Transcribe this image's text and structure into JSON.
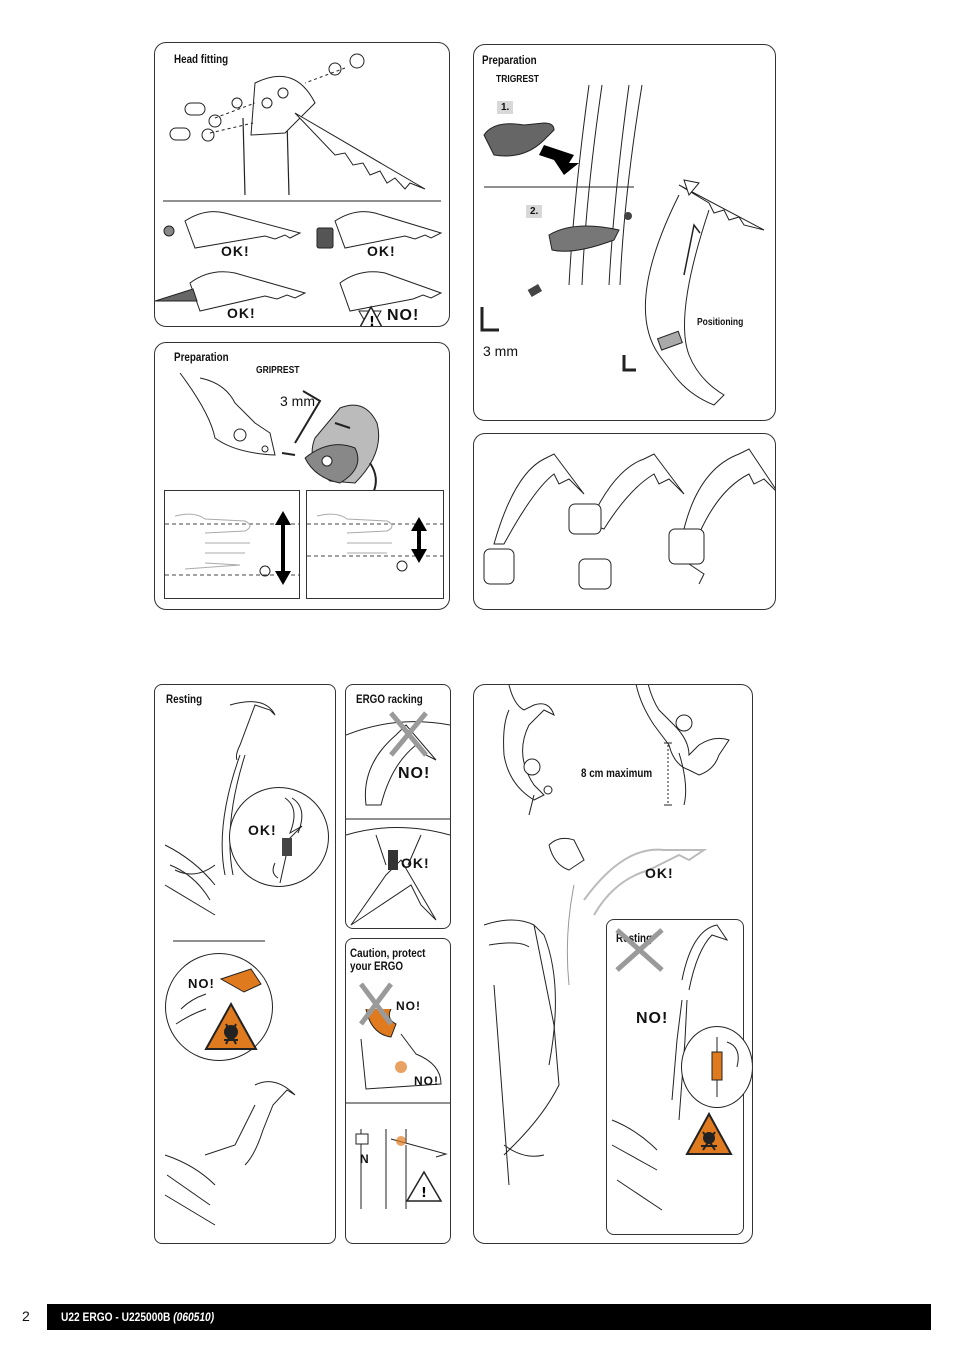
{
  "page": {
    "number": "2"
  },
  "footer": {
    "product": "U22 ERGO - U225000B",
    "edition": "(060510)"
  },
  "head_fitting": {
    "title": "Head fitting",
    "ok1": "OK!",
    "ok2": "OK!",
    "ok3": "OK!",
    "no": "NO!"
  },
  "prep_gripest": {
    "title": "Preparation",
    "subtitle": "GRIPREST",
    "tool_size": "3 mm"
  },
  "prep_trigrest": {
    "title": "Preparation",
    "subtitle": "TRIGREST",
    "step1": "1.",
    "step2": "2.",
    "tool_size": "3 mm",
    "positioning": "Positioning"
  },
  "resting": {
    "title": "Resting",
    "ok": "OK!",
    "no": "NO!"
  },
  "ergo_racking": {
    "title": "ERGO racking",
    "no": "NO!",
    "ok": "OK!"
  },
  "caution": {
    "title": "Caution, protect your ERGO",
    "no1": "NO!",
    "no2": "NO!",
    "n_letter": "N"
  },
  "leash": {
    "measure": "8 cm maximum",
    "ok": "OK!",
    "resting_title": "Resting",
    "no": "NO!"
  },
  "colors": {
    "warning_orange": "#e07a1f",
    "gray_fill": "#bdbdbd",
    "cross_gray": "#9a9a9a"
  }
}
